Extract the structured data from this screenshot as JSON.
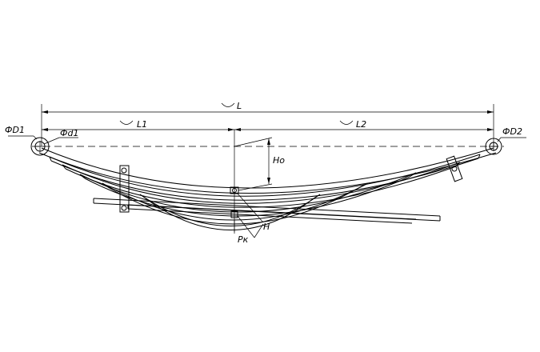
{
  "labels": {
    "overall_length": "L",
    "left_length": "L1",
    "right_length": "L2",
    "eye_left_outer": "ФD1",
    "eye_left_inner": "Фd1",
    "eye_right_outer": "ФD2",
    "free_height": "Ho",
    "loaded_height": "H",
    "load": "Pк"
  }
}
